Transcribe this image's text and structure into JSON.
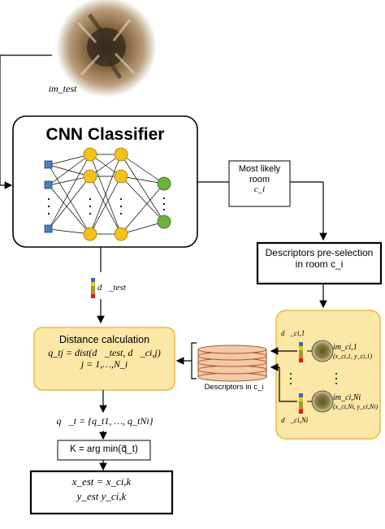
{
  "test_image_label": "im_test",
  "classifier": {
    "title": "CNN Classifier"
  },
  "most_likely": {
    "line1": "Most likely",
    "line2": "room",
    "var": "c_i"
  },
  "preselection": {
    "line1": "Descriptors pre-selection",
    "line2": "in room c_i"
  },
  "test_descriptor_label": "d⃗_test",
  "distance": {
    "title": "Distance calculation",
    "eq1": "q_tj = dist(d⃗_test, d⃗_ci,j)",
    "eq2": "j = 1,…,N_i"
  },
  "database_label": "Descriptors in c_i",
  "room_images": [
    {
      "descriptor": "d⃗_ci,1",
      "image": "im_ci,1",
      "coords": "(x_ci,1, y_ci,1)"
    },
    {
      "descriptor": "d⃗_ci,Ni",
      "image": "im_ci,Ni",
      "coords": "(x_ci,Ni, y_ci,Ni)"
    }
  ],
  "qt_vector": "q⃗_t = {q_t1, …, q_tNi}",
  "argmin": "K = arg min(q⃗_t)",
  "result": {
    "line1": "x_est = x_ci,k",
    "line2": "y_est   y_ci,k"
  },
  "colors": {
    "node_yellow": "#f3c11b",
    "node_green": "#6bb33b",
    "node_blue": "#4a7fc1",
    "panel_yellow": "#fbe7a6",
    "panel_border": "#e8b84a",
    "db_fill": "#f5c9a6",
    "db_stroke": "#a3562c"
  }
}
